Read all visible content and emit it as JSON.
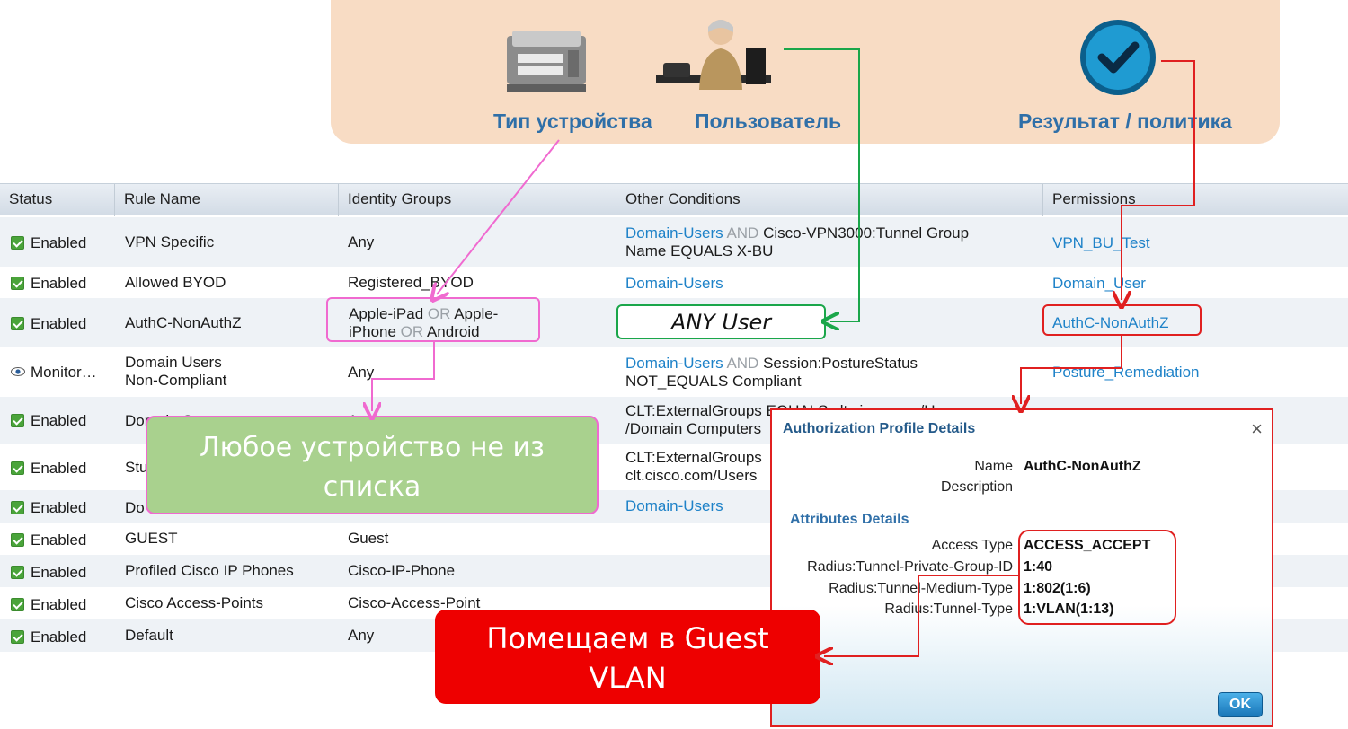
{
  "banner": {
    "device_type_label": "Тип устройства",
    "user_label": "Пользователь",
    "result_label": "Результат / политика"
  },
  "table": {
    "columns": [
      "Status",
      "Rule Name",
      "Identity Groups",
      "Other Conditions",
      "Permissions"
    ],
    "rows": [
      {
        "status": "Enabled",
        "icon": "checkbox-icon",
        "name": "VPN Specific",
        "identity": "Any",
        "cond_link": "Domain-Users",
        "cond_op": "AND",
        "cond_text": "Cisco-VPN3000:Tunnel Group",
        "cond_text2": "Name EQUALS X-BU",
        "permission": "VPN_BU_Test"
      },
      {
        "status": "Enabled",
        "icon": "checkbox-icon",
        "name": "Allowed BYOD",
        "identity": "Registered_BYOD",
        "cond_link": "Domain-Users",
        "permission": "Domain_User"
      },
      {
        "status": "Enabled",
        "icon": "checkbox-icon",
        "name": "AuthC-NonAuthZ",
        "identity_a": "Apple-iPad",
        "identity_or1": "OR",
        "identity_b": "Apple-",
        "identity_c": "iPhone",
        "identity_or2": "OR",
        "identity_d": "Android",
        "permission": "AuthC-NonAuthZ"
      },
      {
        "status": "Monitor…",
        "icon": "eye-icon",
        "name": "Domain Users",
        "name2": "Non-Compliant",
        "identity": "Any",
        "cond_link": "Domain-Users",
        "cond_op": "AND",
        "cond_text": "Session:PostureStatus",
        "cond_text2": "NOT_EQUALS Compliant",
        "permission": "Posture_Remediation"
      },
      {
        "status": "Enabled",
        "icon": "checkbox-icon",
        "name": "Domain Computer",
        "identity": "Any",
        "cond_text": "CLT:ExternalGroups EQUALS clt.cisco.com/Users",
        "cond_text2": "/Domain Computers"
      },
      {
        "status": "Enabled",
        "icon": "checkbox-icon",
        "name": "Stu",
        "cond_text": "CLT:ExternalGroups",
        "cond_text2": "clt.cisco.com/Users"
      },
      {
        "status": "Enabled",
        "icon": "checkbox-icon",
        "name": "Do",
        "cond_link": "Domain-Users"
      },
      {
        "status": "Enabled",
        "icon": "checkbox-icon",
        "name": "GUEST",
        "identity": "Guest"
      },
      {
        "status": "Enabled",
        "icon": "checkbox-icon",
        "name": "Profiled Cisco IP Phones",
        "identity": "Cisco-IP-Phone"
      },
      {
        "status": "Enabled",
        "icon": "checkbox-icon",
        "name": "Cisco Access-Points",
        "identity": "Cisco-Access-Point"
      },
      {
        "status": "Enabled",
        "icon": "checkbox-icon",
        "name": "Default",
        "identity": "Any"
      }
    ]
  },
  "annotations": {
    "any_user": "ANY User",
    "any_device_line1": "Любое устройство не из",
    "any_device_line2": "списка",
    "guest_vlan_line1": "Помещаем в Guest",
    "guest_vlan_line2": "VLAN"
  },
  "dialog": {
    "title": "Authorization Profile Details",
    "close": "×",
    "name_label": "Name",
    "name_value": "AuthC-NonAuthZ",
    "description_label": "Description",
    "section": "Attributes Details",
    "attributes": [
      {
        "label": "Access Type",
        "value": "ACCESS_ACCEPT"
      },
      {
        "label": "Radius:Tunnel-Private-Group-ID",
        "value": "1:40"
      },
      {
        "label": "Radius:Tunnel-Medium-Type",
        "value": "1:802(1:6)"
      },
      {
        "label": "Radius:Tunnel-Type",
        "value": "1:VLAN(1:13)"
      }
    ],
    "ok_label": "OK"
  },
  "colors": {
    "banner_bg": "#f8dcc4",
    "link": "#1e82c8",
    "pink": "#f06ad0",
    "green": "#1aa64a",
    "red": "#e02020",
    "callout_green": "#a9d18e",
    "callout_red": "#ee0000"
  }
}
